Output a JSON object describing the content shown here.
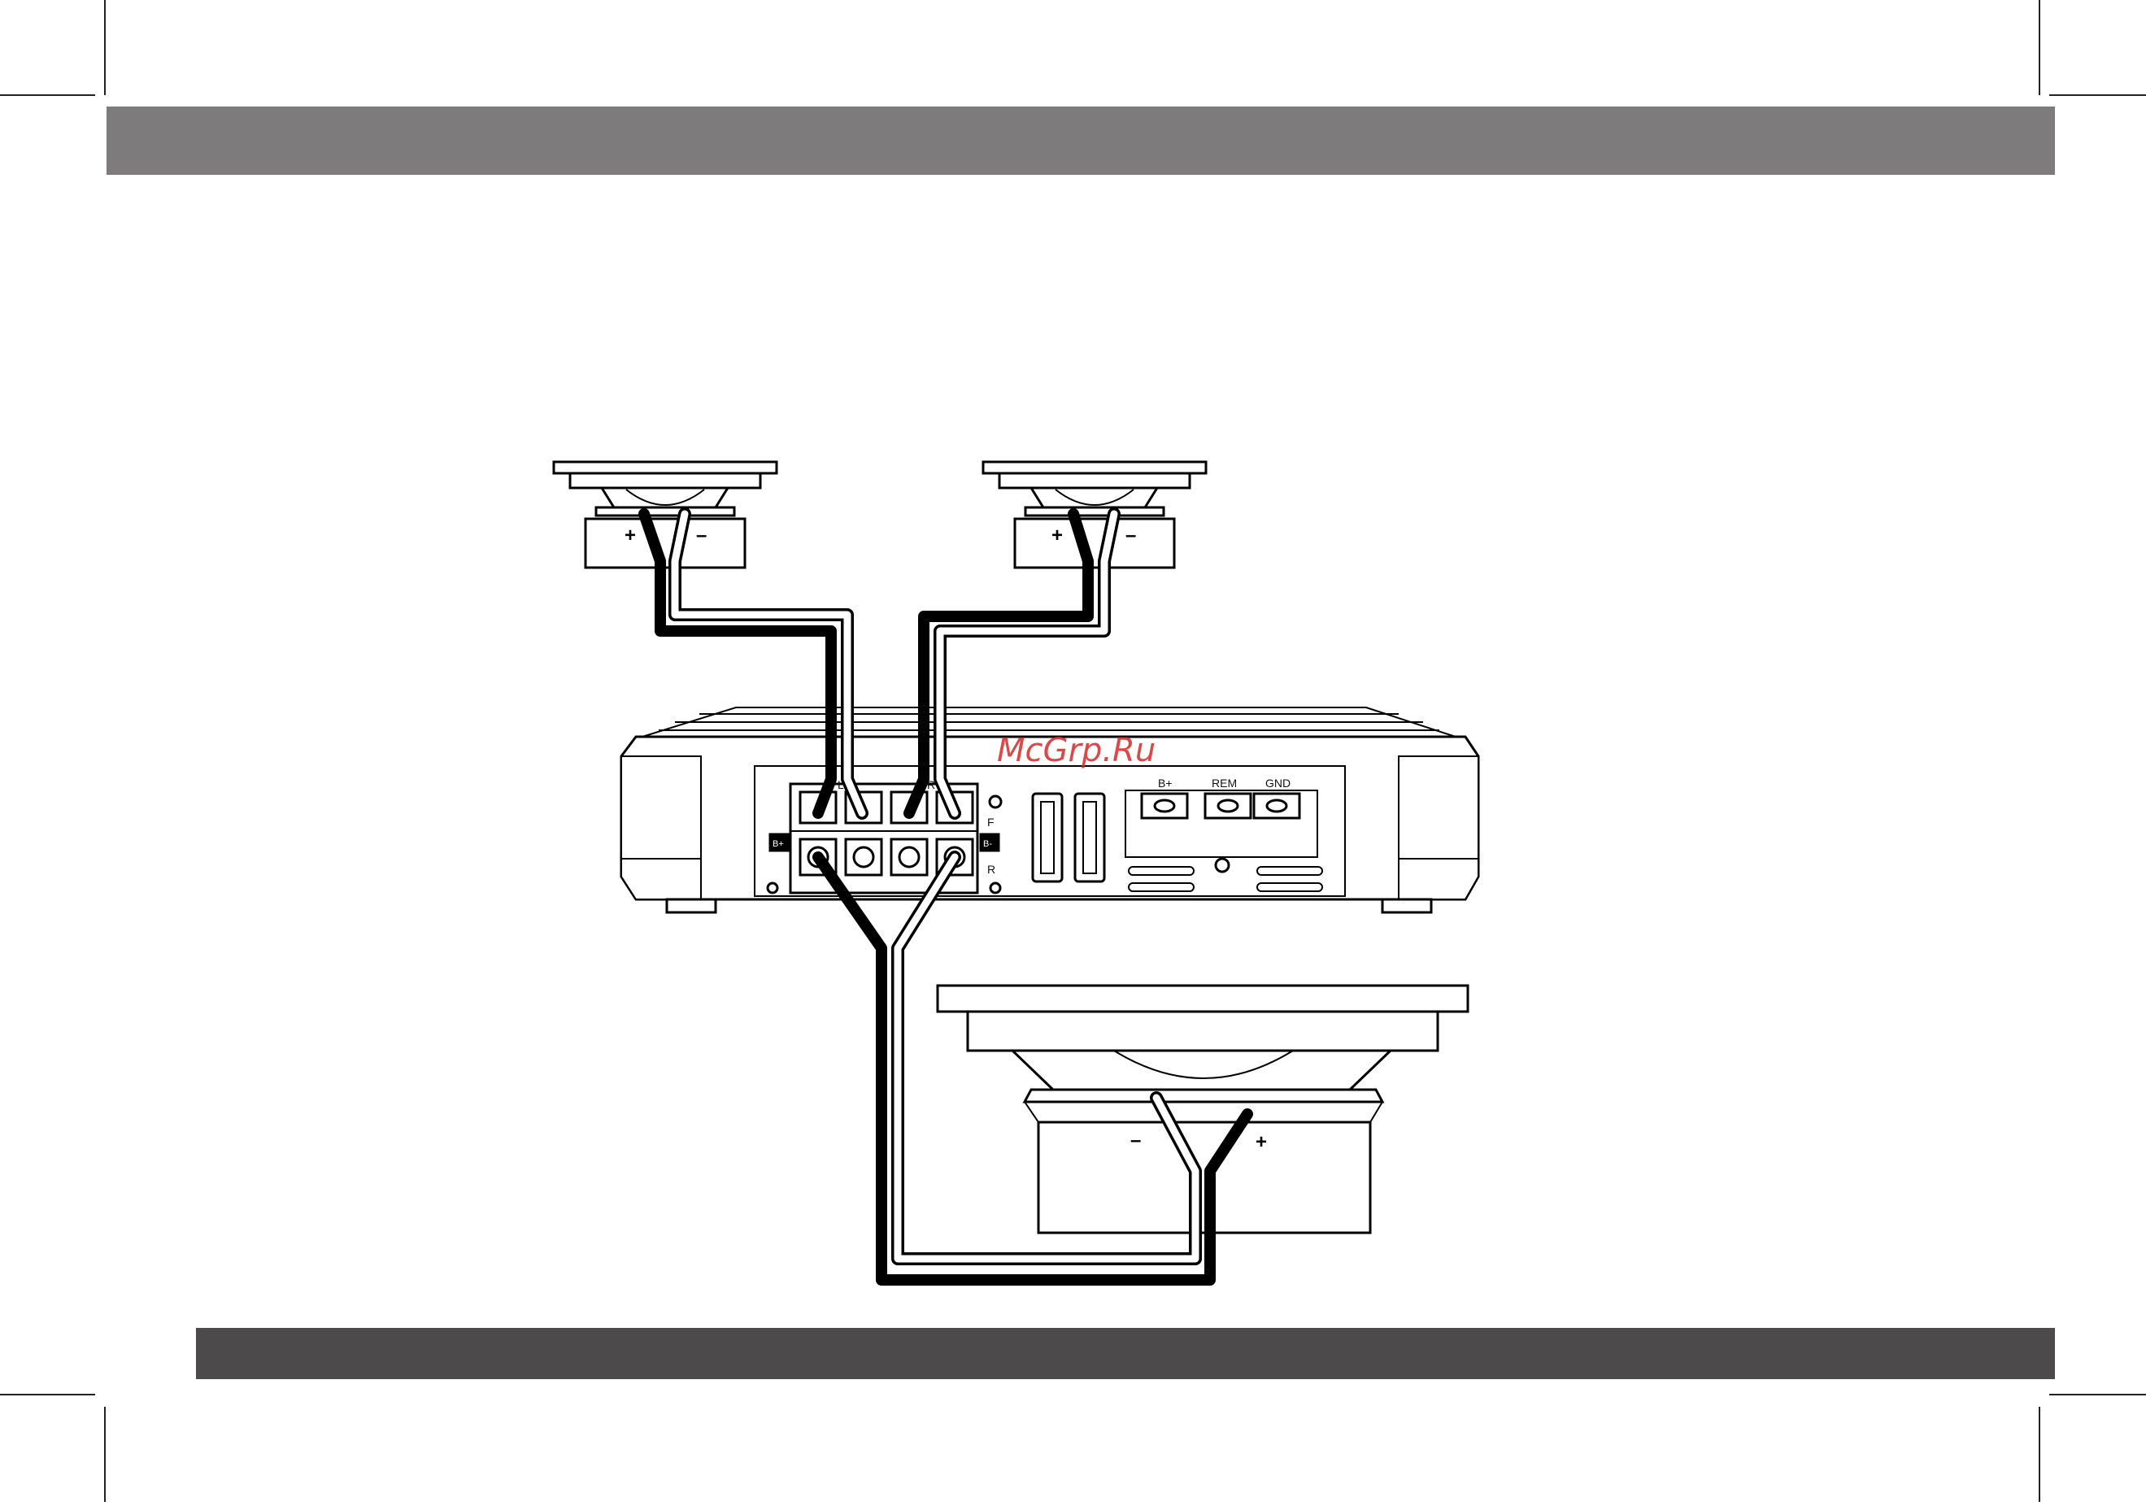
{
  "watermark": "McGrp.Ru",
  "speakers": {
    "left": {
      "plus": "+",
      "minus": "–"
    },
    "right": {
      "plus": "+",
      "minus": "–"
    }
  },
  "subwoofer": {
    "minus": "–",
    "plus": "+"
  },
  "amplifier": {
    "channel_left": "L",
    "channel_right": "R",
    "front": "F",
    "rear": "R",
    "bridge_left": "B+",
    "bridge_right": "B-",
    "power_labels": [
      "B+",
      "REM",
      "GND"
    ]
  },
  "colors": {
    "header_bar": "#7d7b7b",
    "footer_bar": "#4d4a4b",
    "wire_positive": "#000000",
    "wire_negative": "#ffffff"
  }
}
